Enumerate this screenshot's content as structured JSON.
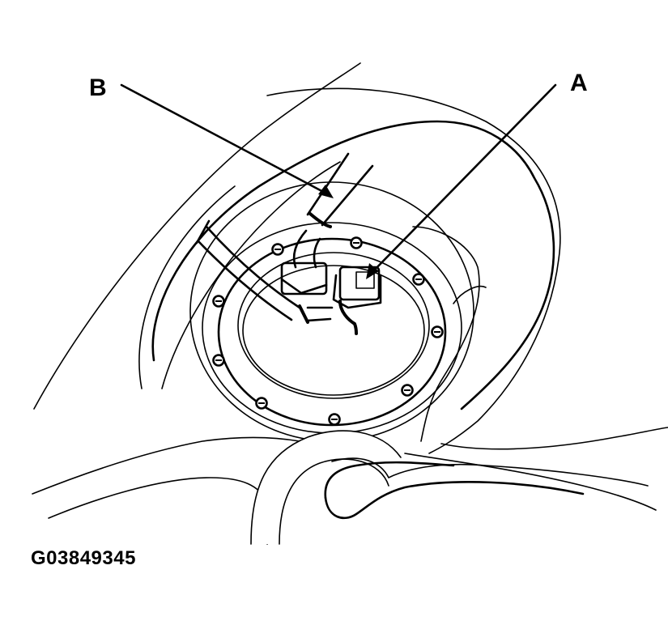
{
  "callouts": {
    "a": "A",
    "b": "B"
  },
  "figure_code": "G03849345",
  "colors": {
    "ink": "#000000",
    "paper": "#ffffff"
  }
}
